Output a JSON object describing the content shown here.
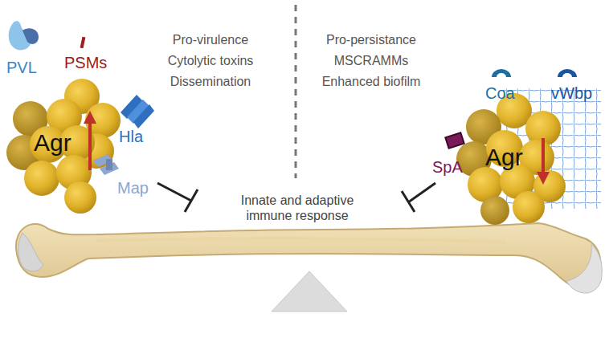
{
  "diagram": {
    "labels": [
      "PVL",
      "PSMs",
      "Pro-virulence",
      "Cytolytic toxins",
      "Dissemination",
      "Pro-persistance",
      "MSCRAMMs",
      "Enhanced biofilm",
      "Coa",
      "vWbp",
      "Hla",
      "Agr",
      "Map",
      "SpA",
      "Agr",
      "Innate and adaptive immune response"
    ]
  }
}
